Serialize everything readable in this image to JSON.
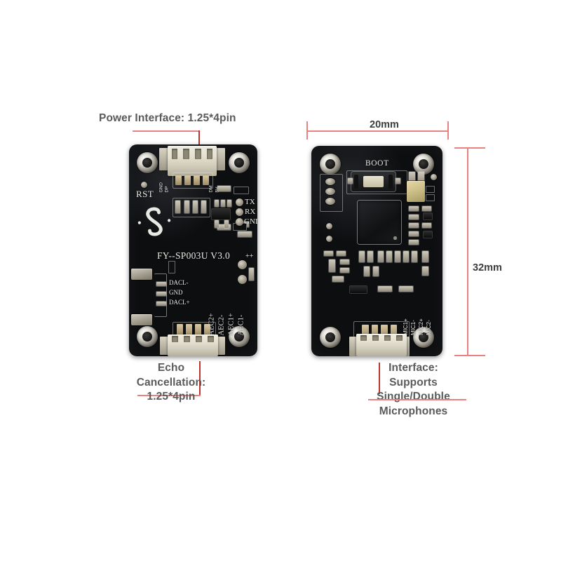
{
  "page": {
    "background": "#ffffff",
    "annotation_color": "#5a5a5a",
    "line_color": "#e8827e",
    "line_color_dark": "#c0322c"
  },
  "annotations": {
    "power_interface": "Power Interface: 1.25*4pin",
    "echo_cancellation_l1": "Echo",
    "echo_cancellation_l2": "Cancellation:",
    "echo_cancellation_l3": "1.25*4pin",
    "mic_interface_l1": "Interface:",
    "mic_interface_l2": "Supports",
    "mic_interface_l3": "Single/Double",
    "mic_interface_l4": "Microphones"
  },
  "dimensions": {
    "width": "20mm",
    "height": "32mm"
  },
  "front_board": {
    "part_number": "FY--SP003U  V3.0",
    "reset_label": "RST",
    "uart_pads": [
      "TX",
      "RX",
      "GND"
    ],
    "power_pins": [
      "GND",
      "DP",
      "DM",
      "5V"
    ],
    "dac_pins": [
      "DACL-",
      "GND",
      "DACL+"
    ],
    "aec_pins": [
      "AEC2+",
      "AEC2-",
      "AEC1+",
      "AEC1-"
    ],
    "speaker_marks": [
      "++",
      "--"
    ]
  },
  "back_board": {
    "boot_label": "BOOT",
    "mic_connector_label": "MIC",
    "mic_pins": [
      "MIC1+",
      "MIC1-",
      "MIC2+",
      "MIC2-"
    ]
  }
}
